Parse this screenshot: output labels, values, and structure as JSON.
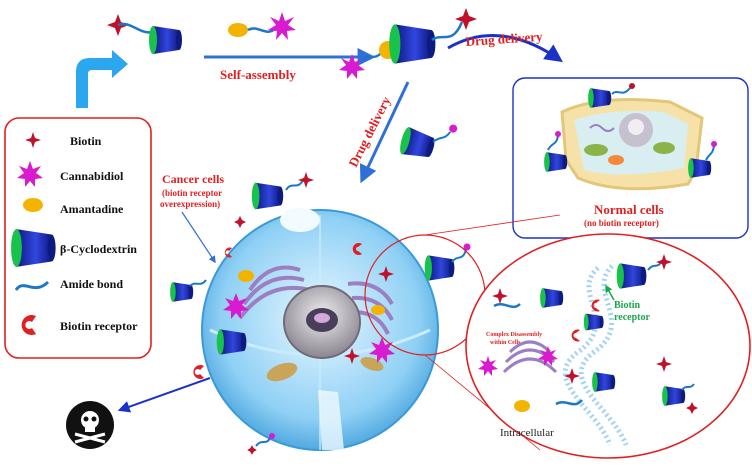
{
  "legend": {
    "items": [
      {
        "icon": "biotin-star-icon",
        "label": "Biotin"
      },
      {
        "icon": "cannabidiol-burst-icon",
        "label": "Cannabidiol"
      },
      {
        "icon": "amantadine-oval-icon",
        "label": "Amantadine"
      },
      {
        "icon": "cyclodextrin-cup-icon",
        "label": "β-Cyclodextrin"
      },
      {
        "icon": "amide-bond-wave-icon",
        "label": "Amide bond"
      },
      {
        "icon": "biotin-receptor-c-icon",
        "label": "Biotin receptor"
      }
    ]
  },
  "labels": {
    "self_assembly": "Self-assembly",
    "drug_delivery_right": "Drug delivery",
    "drug_delivery_down": "Drug delivery",
    "cancer_title": "Cancer cells",
    "cancer_sub1": "(biotin receptor",
    "cancer_sub2": "overexpression)",
    "normal_title": "Normal cells",
    "normal_sub": "(no biotin receptor)",
    "biotin_receptor_1": "Biotin",
    "biotin_receptor_2": "receptor",
    "complex_1": "Complex Disassembly",
    "complex_2": "within Cells",
    "intracellular": "Intracellular"
  },
  "colors": {
    "red": "#e02020",
    "blue_cup": "#1a2fb0",
    "green_rim": "#19c24a",
    "magenta": "#d81bd0",
    "yellow": "#f2b400",
    "arrow_blue": "#2f6fd8",
    "cell_blue": "#8fd0f5",
    "membrane": "#9fd3f5"
  }
}
